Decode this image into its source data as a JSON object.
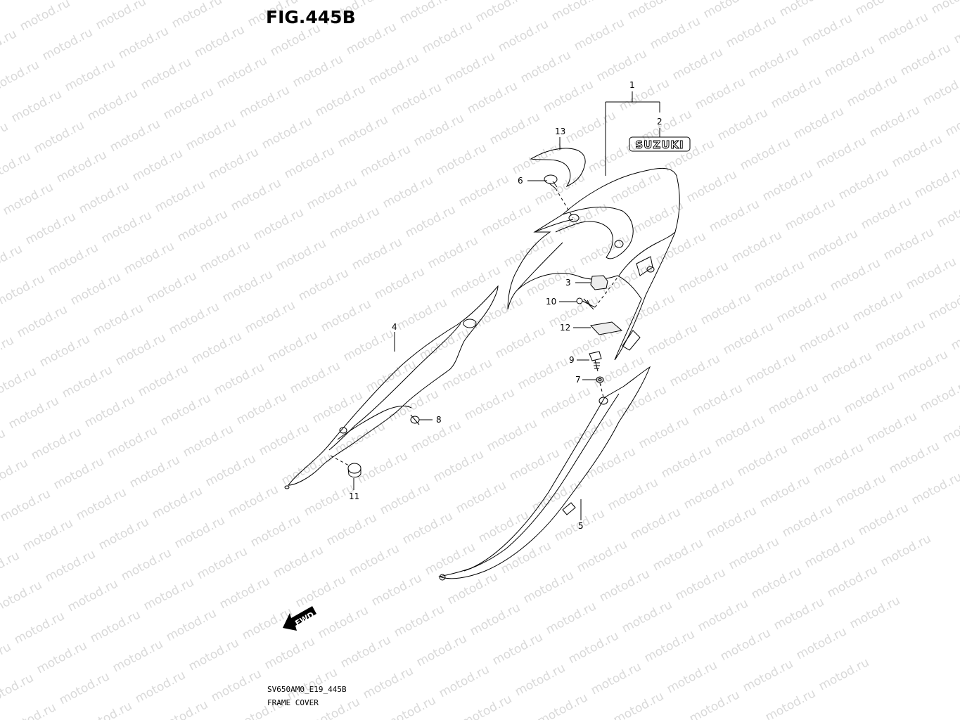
{
  "figure": {
    "title": "FIG.445B",
    "code": "SV650AM0_E19_445B",
    "name": "FRAME COVER",
    "watermark": "motod.ru",
    "emblem_text": "SUZUKI",
    "fwd_text": "FWD"
  },
  "callouts": [
    {
      "id": "1",
      "label": "1"
    },
    {
      "id": "2",
      "label": "2"
    },
    {
      "id": "3",
      "label": "3"
    },
    {
      "id": "4",
      "label": "4"
    },
    {
      "id": "5",
      "label": "5"
    },
    {
      "id": "6",
      "label": "6"
    },
    {
      "id": "7",
      "label": "7"
    },
    {
      "id": "8",
      "label": "8"
    },
    {
      "id": "9",
      "label": "9"
    },
    {
      "id": "10",
      "label": "10"
    },
    {
      "id": "11",
      "label": "11"
    },
    {
      "id": "12",
      "label": "12"
    },
    {
      "id": "13",
      "label": "13"
    }
  ],
  "colors": {
    "line": "#000000",
    "watermark": "#d9d9d9",
    "background": "#ffffff"
  }
}
